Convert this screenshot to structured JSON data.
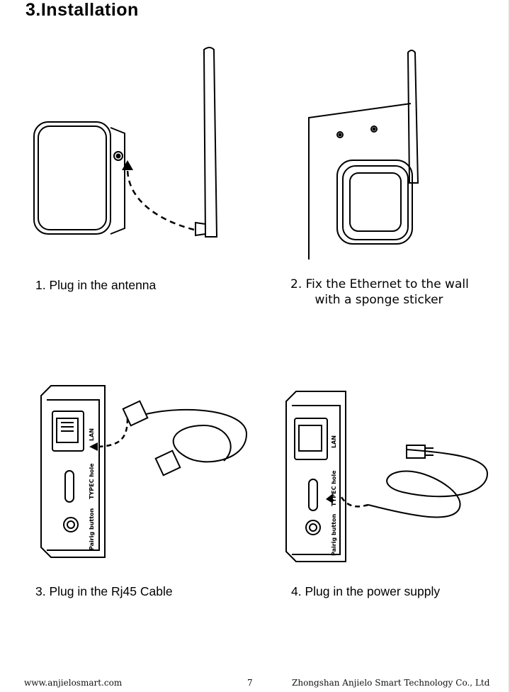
{
  "page": {
    "title": "3.Installation",
    "steps": [
      {
        "caption": "1. Plug in the antenna"
      },
      {
        "caption_line1": "2. Fix the Ethernet to the wall",
        "caption_line2": "with a sponge sticker"
      },
      {
        "caption": "3. Plug in the Rj45 Cable"
      },
      {
        "caption": "4. Plug in the power supply"
      }
    ],
    "device_labels": {
      "lan": "LAN",
      "typec": "TYPEC hole",
      "pairing": "Pairig button"
    },
    "footer": {
      "website": "www.anjielosmart.com",
      "page_number": "7",
      "company": "Zhongshan Anjielo Smart Technology Co., Ltd"
    }
  }
}
